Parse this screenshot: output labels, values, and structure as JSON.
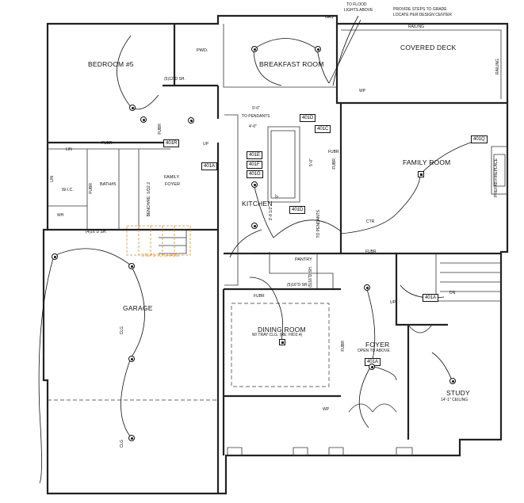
{
  "rooms": {
    "bedroom": "BEDROOM #5",
    "pwd": "PWD.",
    "breakfast": "BREAKFAST ROOM",
    "covered_deck": "COVERED DECK",
    "family_room": "FAMILY ROOM",
    "bath": "BATH#5",
    "wic": "W.I.C.",
    "family_foyer_1": "FAMILY",
    "family_foyer_2": "FOYER",
    "kitchen": "KITCHEN",
    "garage": "GARAGE",
    "pantry": "PANTRY",
    "dining": "DINING ROOM",
    "dining_note": "W/ TRAY CLG. (RE: H/D2.4)",
    "foyer": "FOYER",
    "foyer_note": "OPEN TO ABOVE",
    "study": "STUDY",
    "study_note": "14'-1\" CEILING"
  },
  "notes": {
    "flood_1": "TO FLOOD",
    "flood_2": "LIGHTS ABOVE",
    "steps_1": "PROVIDE STEPS TO GRADE",
    "steps_2": "LOCATE PER DESIGN CENTER",
    "gas": "GAS",
    "wp_top": "WP",
    "wp_bottom": "WP",
    "railing_top": "RAILING",
    "railing_side": "RAILING",
    "shelf_bed": "(5)12\"D SH.",
    "shelf_garage": "(4)16\"D SH.",
    "shelf_pantry": "(5)16\"D SH.",
    "shelf_pantry_v": "(5)16\"D SH.",
    "steps_to_grade": "STEPS TO GRADE",
    "fubr_1": "FUBR",
    "fubr_2": "FUBR",
    "fubr_3": "FUBR",
    "fubr_4": "FUBR",
    "fubr_5": "FUBR",
    "fubr_6": "FUBR",
    "fubr_7": "FUBR",
    "prefab_fp": "PREFAB FIREPLACE",
    "to_pendants_1": "TO PENDANTS",
    "to_pendants_2": "TO PENDANTS",
    "dim_9": "9'-0\"",
    "dim_4": "4'-0\"",
    "dim_5": "5'-0\"",
    "dim_3812": "3'-8 1/2\"",
    "dim_0": "0\"",
    "up_1": "UP",
    "up_2": "UP",
    "dn": "DN",
    "wh": "WH",
    "clg_1": "CLG",
    "clg_2": "CLG",
    "bench": "BENCH/RE: 1/D2.2",
    "lin": "LIN",
    "lin2": "LIN",
    "fr_1": "FUBR",
    "ctr": "CTR"
  },
  "tags": [
    "401D",
    "401C",
    "401E",
    "401F",
    "401G",
    "401R",
    "401A",
    "401D",
    "401Q",
    "401A",
    "401A"
  ]
}
